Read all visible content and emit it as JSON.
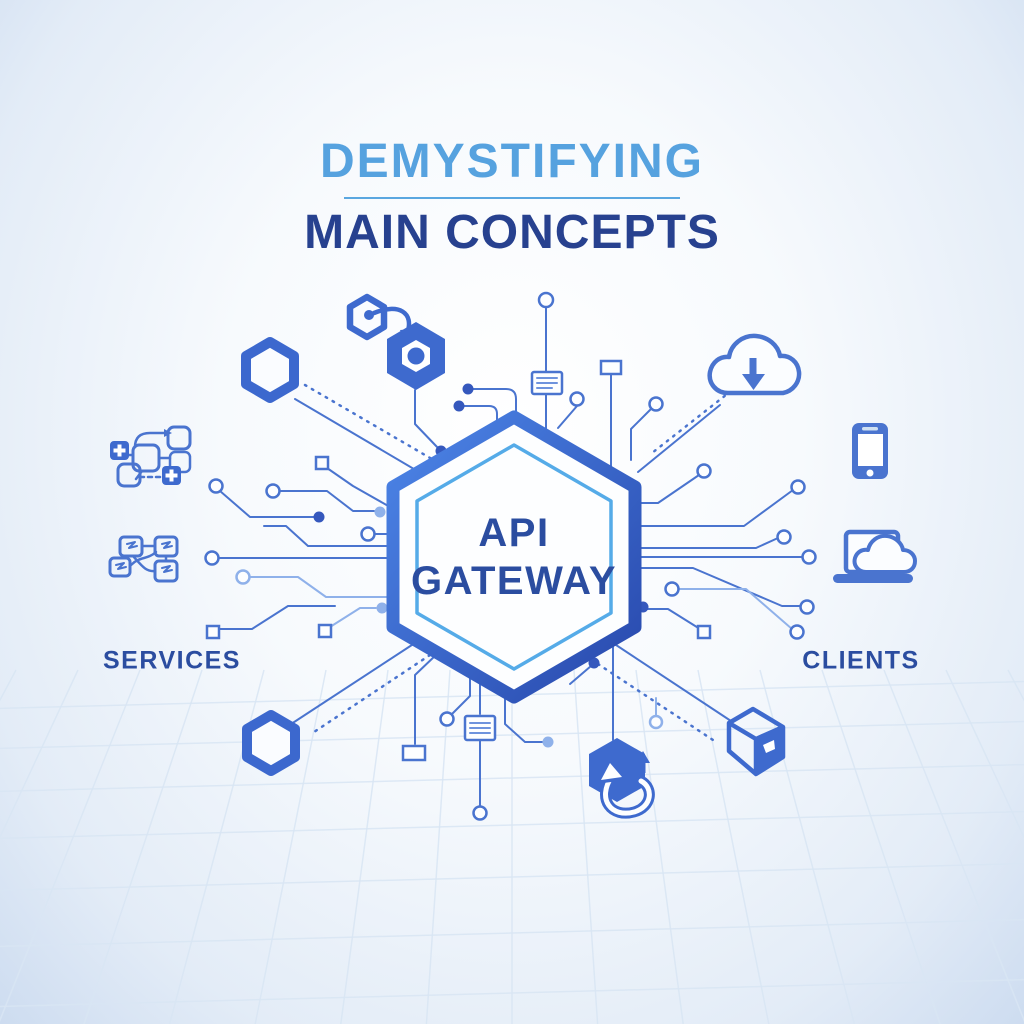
{
  "header": {
    "title_line1": "DEMYSTIFYING",
    "title_line2": "MAIN CONCEPTS"
  },
  "gateway": {
    "label_line1": "API",
    "label_line2": "GATEWAY"
  },
  "groups": {
    "services_label": "SERVICES",
    "clients_label": "CLIENTS"
  },
  "icons": {
    "left": [
      "microservices-cluster-icon",
      "linked-services-icon",
      "hexagon-node-icon",
      "hexagon-node-icon"
    ],
    "top": [
      "plugin-gear-hexagon-icon",
      "document-list-icon",
      "cloud-download-icon"
    ],
    "right": [
      "smartphone-icon",
      "laptop-cloud-icon",
      "package-box-icon"
    ],
    "bottom": [
      "process-swirl-box-icon",
      "document-list-icon"
    ]
  },
  "colors": {
    "title_light_blue": "#56a2df",
    "title_dark_blue": "#27418f",
    "hexagon_border_top": "#4d86e8",
    "hexagon_border_bottom": "#2848ac",
    "inner_hexagon_stroke": "#55abe8",
    "trace_blue": "#4a74cf",
    "trace_light_blue": "#8fb1ea",
    "icon_blue": "#3e6ace",
    "grid_blue": "#d9e6f4",
    "background_edge": "#cddcf0"
  }
}
